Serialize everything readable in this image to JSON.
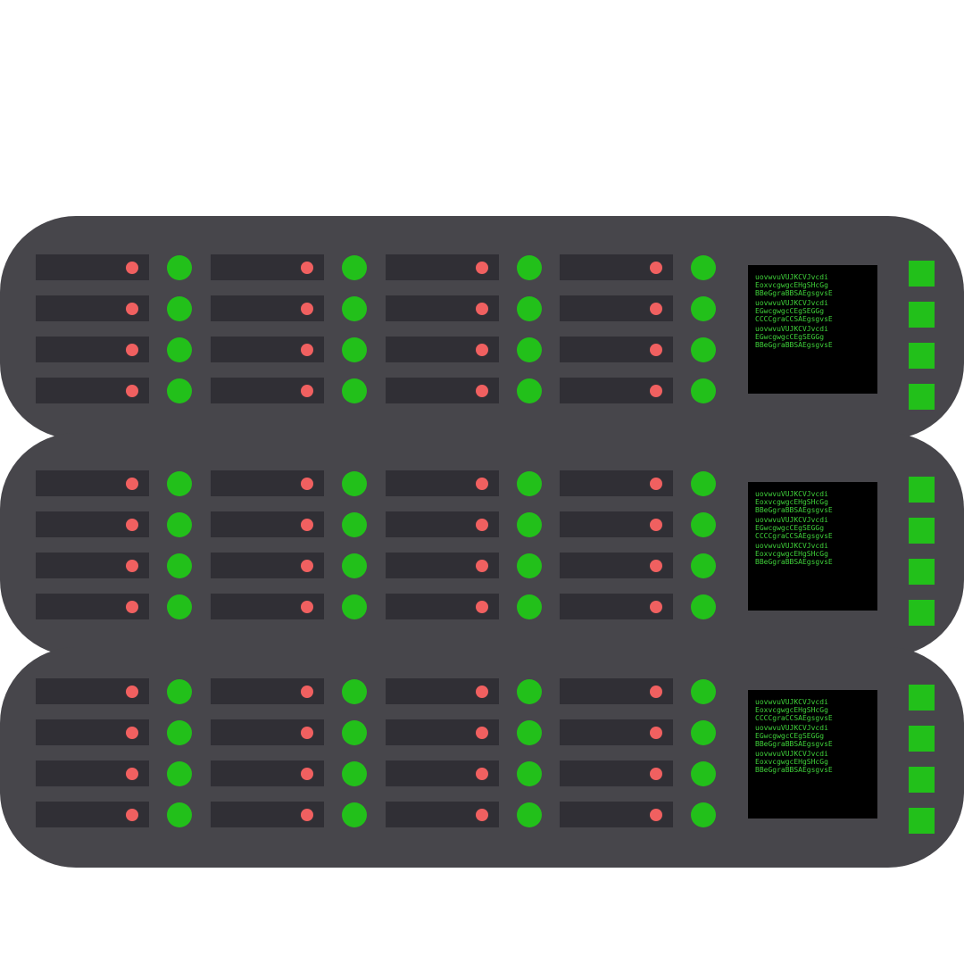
{
  "colors": {
    "background": "#ffffff",
    "chassis": "#47464b",
    "drive_bay": "#302f35",
    "fault_led": "#f06060",
    "status_led": "#22c01a",
    "screen": "#000000",
    "screen_text": "#3fd13a",
    "port": "#22c01a"
  },
  "icons": [
    "server-rack-icon"
  ],
  "units": [
    {
      "name": "server-unit-1",
      "screen_lines": [
        "uovwvuVUJKCVJvcdi",
        "EoxvcgwgcEHgSHcGg",
        "BBeGgraBBSAEgsgvsE",
        "uovwvuVUJKCVJvcdi",
        "EGwcgwgcCEgSEGGg",
        "CCCCgraCCSAEgsgvsE",
        "uovwvuVUJKCVJvcdi",
        "EGwcgwgcCEgSEGGg",
        "BBeGgraBBSAEgsgvsE"
      ]
    },
    {
      "name": "server-unit-2",
      "screen_lines": [
        "uovwvuVUJKCVJvcdi",
        "EoxvcgwgcEHgSHcGg",
        "BBeGgraBBSAEgsgvsE",
        "uovwvuVUJKCVJvcdi",
        "EGwcgwgcCEgSEGGg",
        "CCCCgraCCSAEgsgvsE",
        "uovwvuVUJKCVJvcdi",
        "EoxvcgwgcEHgSHcGg",
        "BBeGgraBBSAEgsgvsE"
      ]
    },
    {
      "name": "server-unit-3",
      "screen_lines": [
        "uovwvuVUJKCVJvcdi",
        "EoxvcgwgcEHgSHcGg",
        "CCCCgraCCSAEgsgvsE",
        "uovwvuVUJKCVJvcdi",
        "EGwcgwgcCEgSEGGg",
        "BBeGgraBBSAEgsgvsE",
        "uovwvuVUJKCVJvcdi",
        "EoxvcgwgcEHgSHcGg",
        "BBeGgraBBSAEgsgvsE"
      ]
    }
  ]
}
